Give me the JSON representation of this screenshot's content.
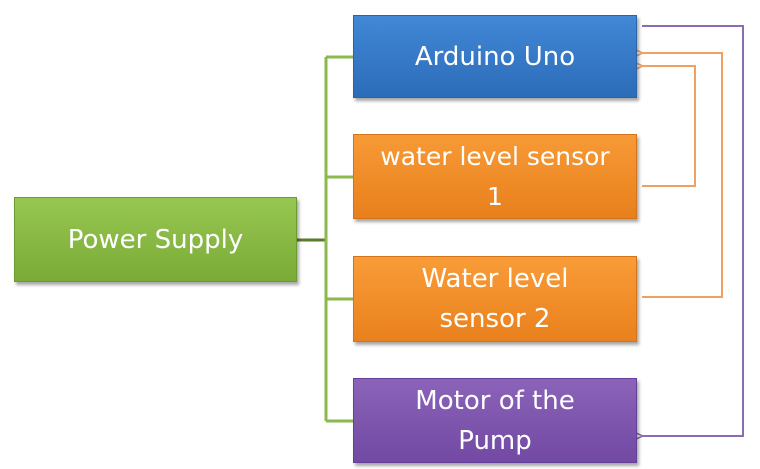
{
  "diagram": {
    "nodes": [
      {
        "id": "power",
        "label": "Power Supply",
        "color": "#88b844"
      },
      {
        "id": "arduino",
        "label": "Arduino Uno",
        "color": "#3a7bc8"
      },
      {
        "id": "sensor1",
        "label": "water level sensor\n1",
        "color": "#f08a28"
      },
      {
        "id": "sensor2",
        "label": "Water level\nsensor 2",
        "color": "#f08a28"
      },
      {
        "id": "motor",
        "label": "Motor of the\nPump",
        "color": "#7e56b0"
      }
    ],
    "edges": [
      {
        "from": "power",
        "to": "arduino",
        "type": "tree-connector",
        "color": "#8cb84e"
      },
      {
        "from": "power",
        "to": "sensor1",
        "type": "tree-connector",
        "color": "#8cb84e"
      },
      {
        "from": "power",
        "to": "sensor2",
        "type": "tree-connector",
        "color": "#8cb84e"
      },
      {
        "from": "power",
        "to": "motor",
        "type": "tree-connector",
        "color": "#8cb84e"
      },
      {
        "from": "sensor1",
        "to": "arduino",
        "type": "arrow",
        "color": "#f0a060"
      },
      {
        "from": "sensor2",
        "to": "arduino",
        "type": "arrow",
        "color": "#f0a060"
      },
      {
        "from": "arduino",
        "to": "motor",
        "type": "arrow",
        "color": "#8a6cb0"
      }
    ]
  }
}
